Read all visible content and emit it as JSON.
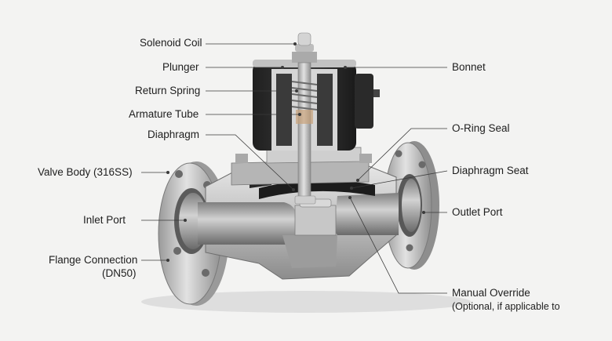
{
  "labels": {
    "solenoid_coil": "Solenoid Coil",
    "plunger": "Plunger",
    "return_spring": "Return Spring",
    "armature_tube": "Armature Tube",
    "diaphragm": "Diaphragm",
    "valve_body": "Valve Body (316SS)",
    "inlet_port": "Inlet Port",
    "flange_connection": "Flange Connection",
    "flange_size": "(DN50)",
    "bonnet": "Bonnet",
    "oring_seal": "O-Ring Seal",
    "diaphragm_seat": "Diaphragm Seat",
    "outlet_port": "Outlet Port",
    "manual_override": "Manual Override",
    "manual_override_note": "(Optional, if applicable to"
  },
  "colors": {
    "background": "#f3f3f2",
    "steel_light": "#d4d4d4",
    "steel_dark": "#8a8a8a",
    "coil_dark": "#2b2b2b",
    "diaphragm": "#1c1c1c",
    "leader": "#3a3a3a"
  }
}
